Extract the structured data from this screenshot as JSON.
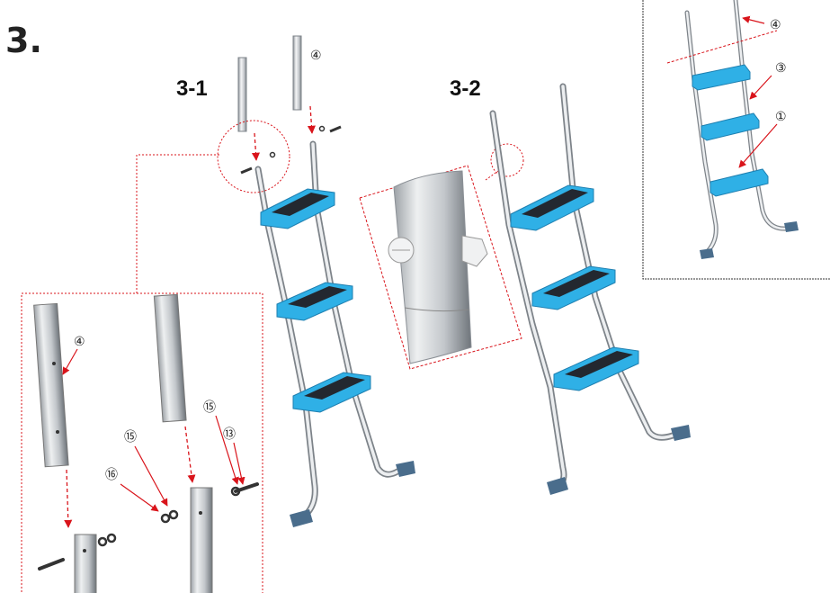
{
  "step": {
    "number": "3."
  },
  "substeps": [
    {
      "label": "3-1"
    },
    {
      "label": "3-2"
    }
  ],
  "part_callouts": {
    "main_top": "④",
    "detail_left": "④",
    "detail_washer_a": "⑮",
    "detail_washer_b": "⑮",
    "detail_bolt": "⑬",
    "detail_nut": "⑯",
    "inset_tube": "④",
    "inset_step": "③",
    "inset_rail": "①"
  },
  "colors": {
    "step_blue": "#2fb0e6",
    "step_dark": "#1e7fb0",
    "tread": "#232830",
    "tube": "#e4e6e8",
    "tube_shade": "#9aa0a6",
    "foot": "#4a6d8c",
    "arrow": "#d9141b",
    "frame": "#d9141b"
  }
}
